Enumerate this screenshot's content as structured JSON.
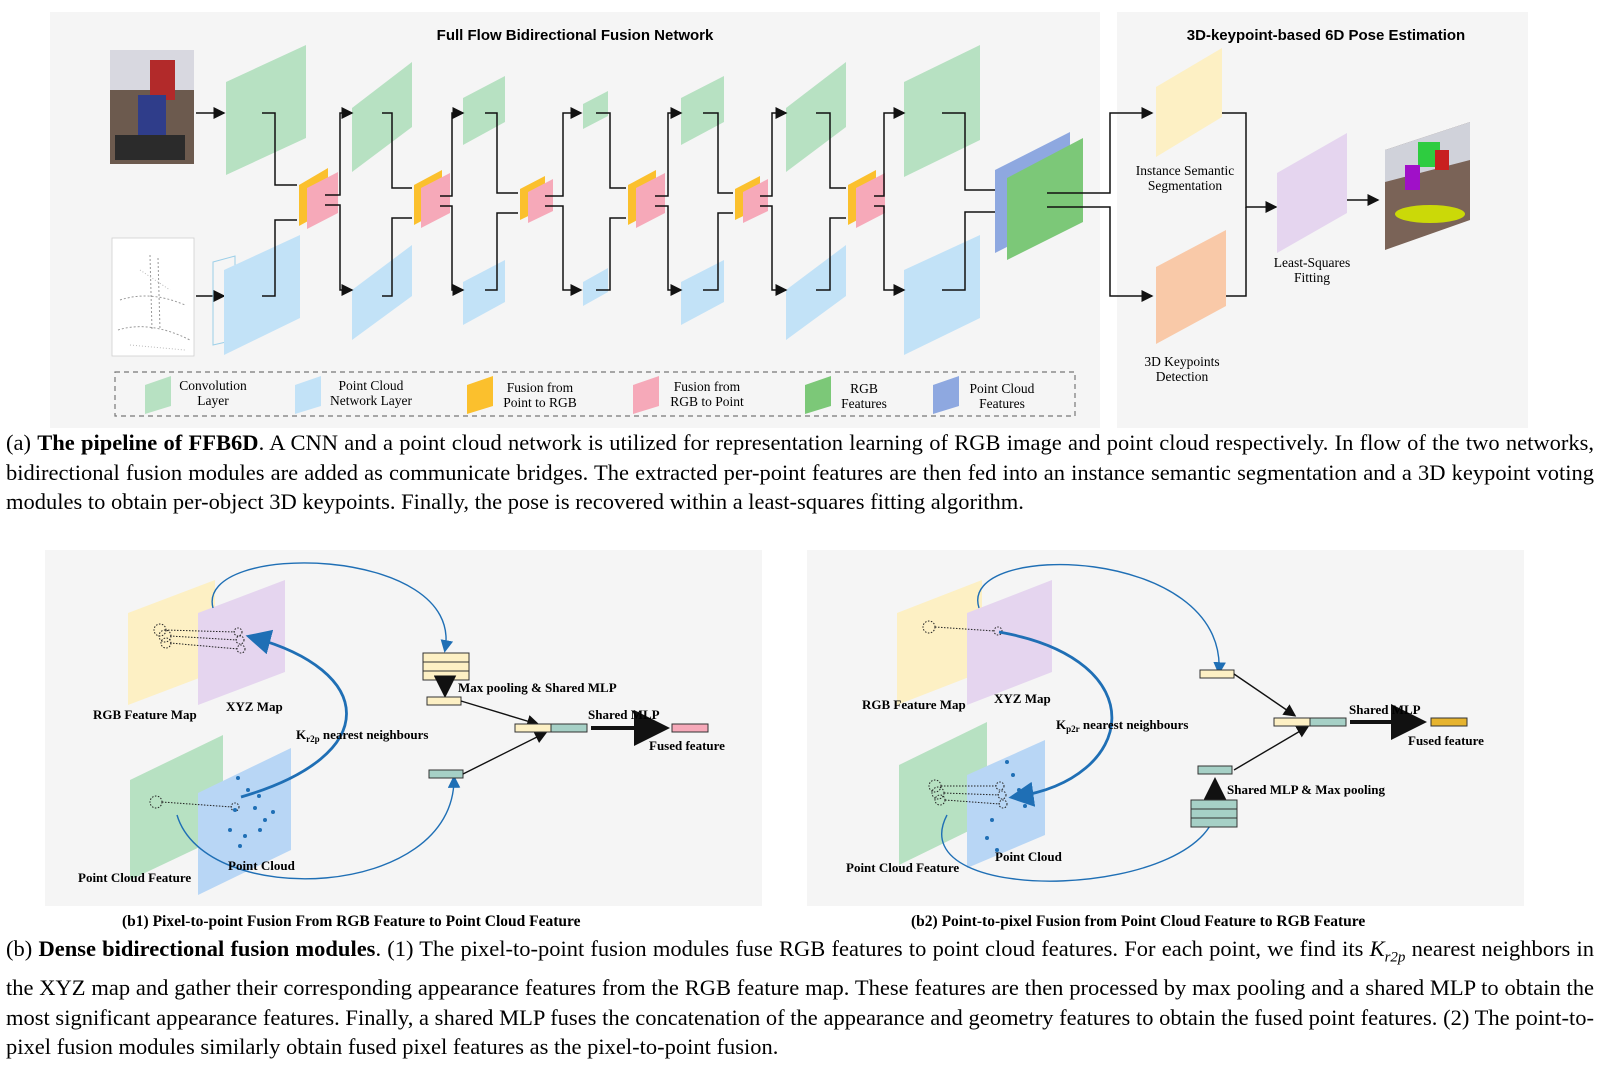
{
  "panel_a": {
    "left_title": "Full Flow Bidirectional Fusion Network",
    "right_title": "3D-keypoint-based 6D Pose Estimation",
    "seg_label_1": "Instance Semantic",
    "seg_label_2": "Segmentation",
    "kp_label_1": "3D Keypoints",
    "kp_label_2": "Detection",
    "lsq_label_1": "Least-Squares",
    "lsq_label_2": "Fitting",
    "legend": [
      {
        "l1": "Convolution",
        "l2": "Layer",
        "color": "#b7e1c2"
      },
      {
        "l1": "Point Cloud",
        "l2": "Network Layer",
        "color": "#c2e2f7"
      },
      {
        "l1": "Fusion from",
        "l2": "Point to RGB",
        "color": "#fbc02d"
      },
      {
        "l1": "Fusion from",
        "l2": "RGB to Point",
        "color": "#f6a9b9"
      },
      {
        "l1": "RGB",
        "l2": "Features",
        "color": "#7cc878"
      },
      {
        "l1": "Point Cloud",
        "l2": "Features",
        "color": "#8ea8e0"
      }
    ]
  },
  "caption_a": {
    "prefix": "(a) ",
    "bold": "The pipeline of FFB6D",
    "text": ". A CNN and a point cloud network is utilized for representation learning of RGB image and point cloud respectively. In flow of the two networks, bidirectional fusion modules are added as communicate bridges. The extracted per-point features are then fed into an instance semantic segmentation and a 3D keypoint voting modules to obtain per-object 3D keypoints. Finally, the pose is recovered within a least-squares fitting algorithm."
  },
  "panel_b1": {
    "rgb_map": "RGB Feature Map",
    "xyz_map": "XYZ Map",
    "knn_prefix": "K",
    "knn_sub": "r2p",
    "knn_suffix": " nearest neighbours",
    "maxpool": "Max pooling & Shared MLP",
    "shared_mlp": "Shared MLP",
    "fused": "Fused feature",
    "pc_feature": "Point Cloud Feature",
    "pc": "Point Cloud",
    "subcaption": "(b1) Pixel-to-point Fusion From RGB Feature to Point Cloud Feature"
  },
  "panel_b2": {
    "rgb_map": "RGB Feature Map",
    "xyz_map": "XYZ Map",
    "knn_prefix": "K",
    "knn_sub": "p2r",
    "knn_suffix": " nearest neighbours",
    "shared_mlp": "Shared MLP",
    "fused": "Fused feature",
    "mlp_pool": "Shared MLP & Max pooling",
    "pc_feature": "Point Cloud Feature",
    "pc": "Point Cloud",
    "subcaption": "(b2) Point-to-pixel Fusion from Point Cloud Feature to RGB Feature"
  },
  "caption_b": {
    "prefix": "(b) ",
    "bold": "Dense bidirectional fusion modules",
    "text_1": ". (1) The pixel-to-point fusion modules fuse RGB features to point cloud features. For each point, we find its ",
    "k_main": "K",
    "k_sub": "r2p",
    "text_2": " nearest neighbors in the XYZ map and gather their corresponding appearance features from the RGB feature map. These features are then processed by max pooling and a shared MLP to obtain the most significant appearance features. Finally, a shared MLP fuses the concatenation of the appearance and geometry features to obtain the fused point features. (2) The point-to-pixel fusion modules similarly obtain fused pixel features as the pixel-to-point fusion."
  },
  "colors": {
    "conv": "#b7e1c2",
    "pcn": "#c2e2f7",
    "fusion_p2r": "#fbc02d",
    "fusion_r2p": "#f6a9b9",
    "rgb_feat": "#7cc878",
    "pc_feat": "#8ea8e0",
    "seg": "#fdf0c4",
    "kp": "#f9c9a8",
    "lsq": "#e5d5ef",
    "panel_bg": "#f5f5f5",
    "arrow_blue": "#1f6fb5"
  }
}
